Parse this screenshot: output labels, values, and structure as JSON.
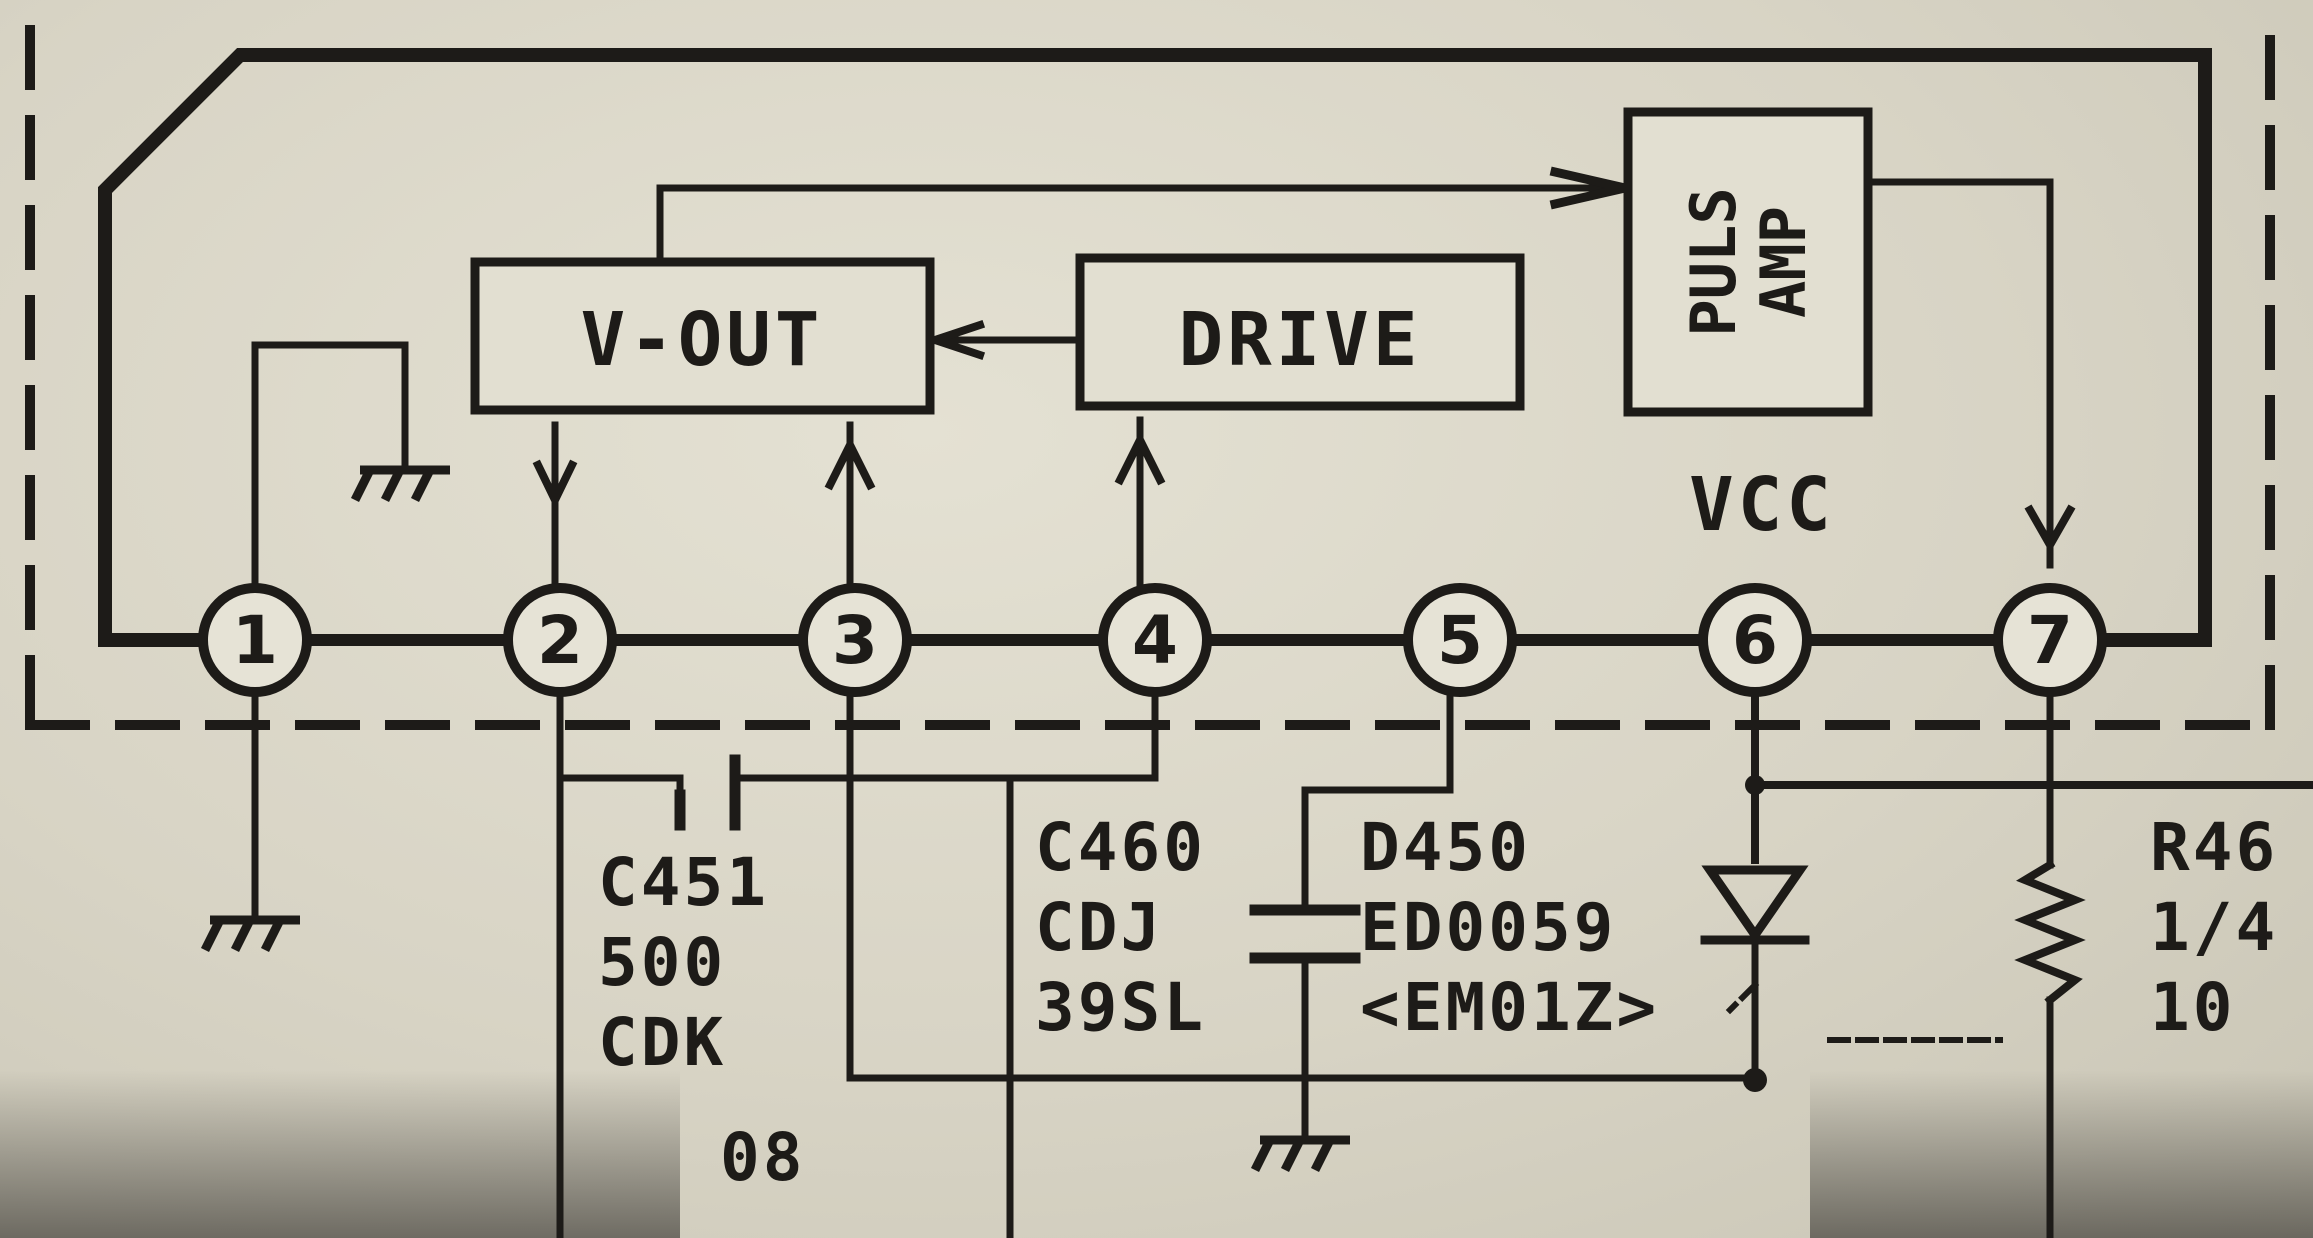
{
  "blocks": {
    "v_out": "V-OUT",
    "drive": "DRIVE",
    "puls_amp_line1": "PULS",
    "puls_amp_line2": "AMP"
  },
  "supply_label": "VCC",
  "pins": [
    "1",
    "2",
    "3",
    "4",
    "5",
    "6",
    "7"
  ],
  "components": {
    "c451": [
      "C451",
      "500",
      "CDK",
      "08"
    ],
    "c460": [
      "C460",
      "CDJ",
      "39SL"
    ],
    "d450": [
      "D450",
      "ED0059",
      "<EM01Z>"
    ],
    "r46": [
      "R46",
      "1/4",
      "10"
    ]
  },
  "colors": {
    "paper": "#d9d6c8",
    "ink": "#1d1b18"
  }
}
